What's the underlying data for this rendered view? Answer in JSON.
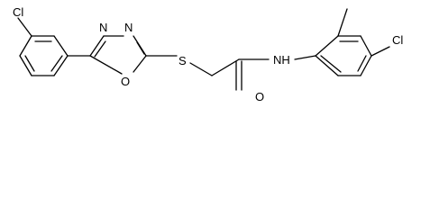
{
  "molecule": {
    "atom_labels": {
      "cl_left": "Cl",
      "s": "S",
      "o_ring": "O",
      "n_ring_1": "N",
      "n_ring_2": "N",
      "nh": "NH",
      "o_carbonyl": "O",
      "cl_right": "Cl"
    },
    "colors": {
      "bond": "#000000",
      "label": "#000000",
      "background": "#ffffff"
    }
  }
}
